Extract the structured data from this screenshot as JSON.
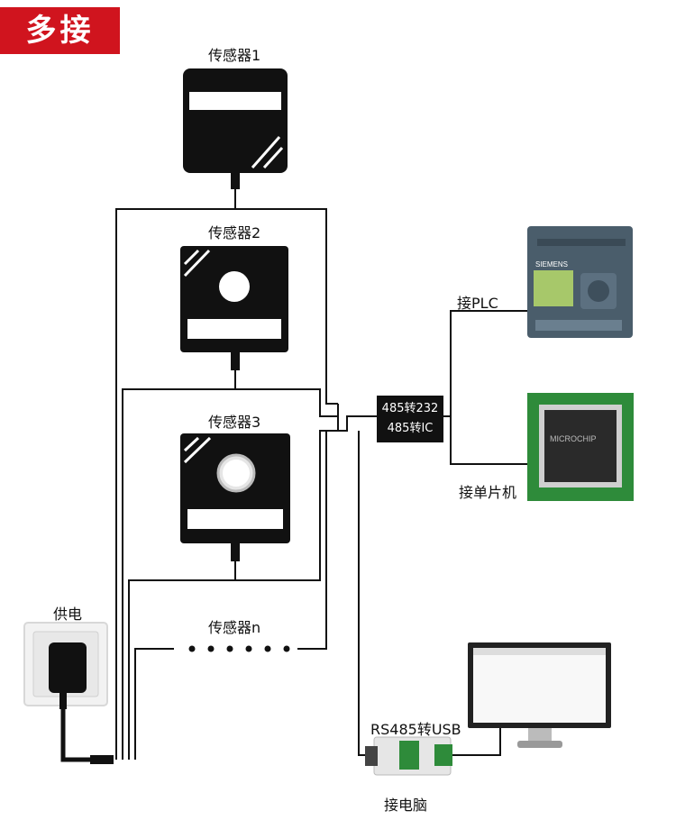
{
  "title": "多接",
  "sensors": {
    "s1": "传感器1",
    "s2": "传感器2",
    "s3": "传感器3",
    "sn": "传感器n"
  },
  "power_label": "供电",
  "converter": {
    "line1": "485转232",
    "line2": "485转IC"
  },
  "plc_label": "接PLC",
  "mcu_label": "接单片机",
  "usb_converter_label": "RS485转USB",
  "pc_label": "接电脑",
  "plc_brand": "SIEMENS",
  "chip_brand": "MICROCHIP",
  "colors": {
    "accent": "#d0141e",
    "device": "#111111",
    "plc": "#4a5d6b",
    "pcb": "#2e8b3a"
  }
}
